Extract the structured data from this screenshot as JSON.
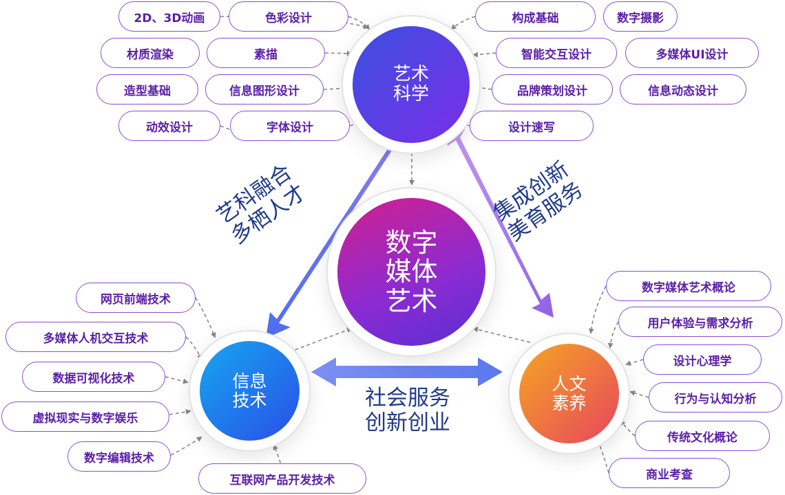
{
  "center": {
    "lines": [
      "数字",
      "媒体",
      "艺术"
    ]
  },
  "nodes": {
    "art": {
      "lines": [
        "艺术",
        "科学"
      ]
    },
    "info": {
      "lines": [
        "信息",
        "技术"
      ]
    },
    "human": {
      "lines": [
        "人文",
        "素养"
      ]
    }
  },
  "relations": {
    "left": [
      "艺科融合",
      "多栖人才"
    ],
    "right": [
      "集成创新",
      "美育服务"
    ],
    "bottom": [
      "社会服务",
      "创新创业"
    ]
  },
  "art_items": [
    "2D、3D动画",
    "色彩设计",
    "构成基础",
    "数字摄影",
    "材质渲染",
    "素描",
    "智能交互设计",
    "多媒体UI设计",
    "造型基础",
    "信息图形设计",
    "品牌策划设计",
    "信息动态设计",
    "动效设计",
    "字体设计",
    "设计速写"
  ],
  "info_items": [
    "网页前端技术",
    "多媒体人机交互技术",
    "数据可视化技术",
    "虚拟现实与数字娱乐",
    "数字编辑技术",
    "互联网产品开发技术"
  ],
  "human_items": [
    "数字媒体艺术概论",
    "用户体验与需求分析",
    "设计心理学",
    "行为与认知分析",
    "传统文化概论",
    "商业考查"
  ],
  "colors": {
    "pill_border": "#8a4cd8",
    "pill_text": "#5b1fa8",
    "relation_text": "#1f3a8a",
    "dash": "#888888"
  }
}
